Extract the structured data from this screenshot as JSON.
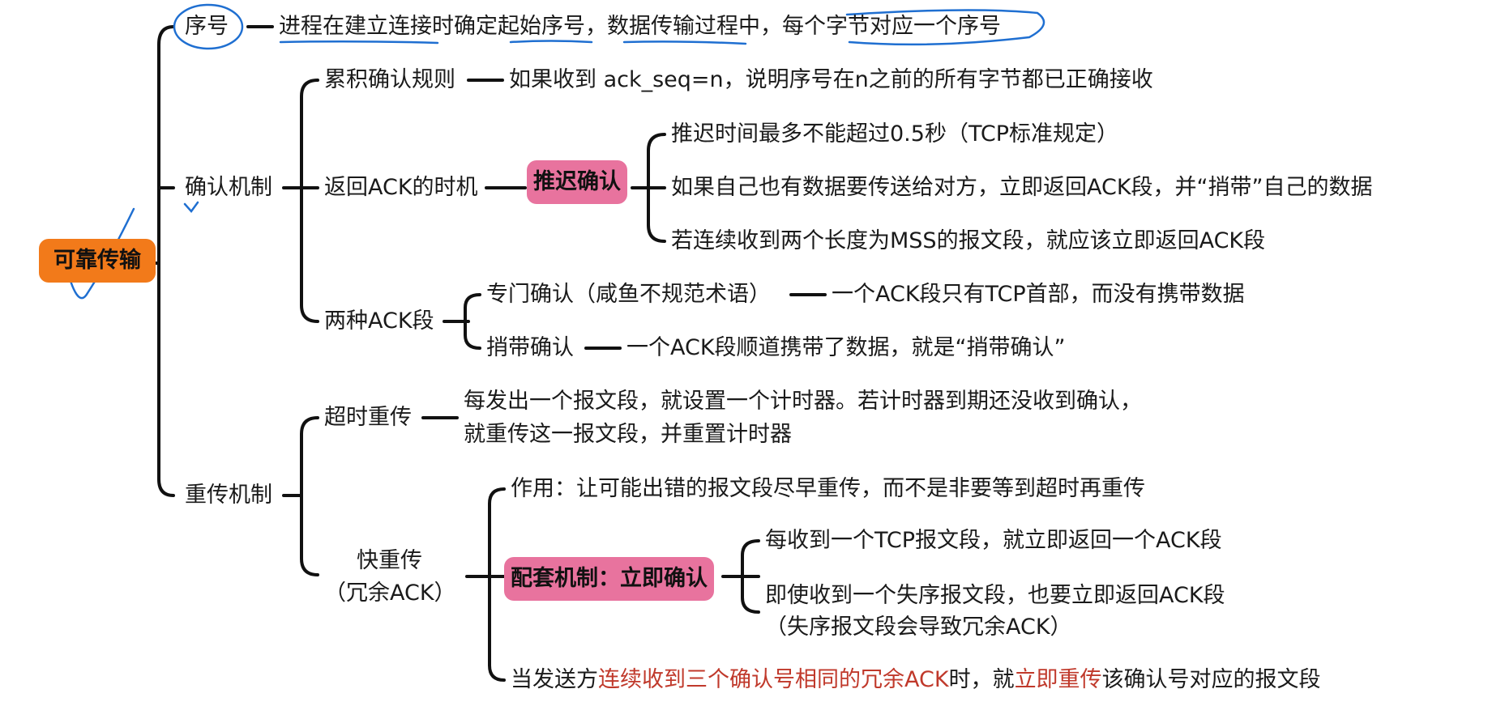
{
  "colors": {
    "root": "#f27a1a",
    "highlight": "#e8739e",
    "emphasis": "#c0392b",
    "annotation": "#1f6fd1",
    "line": "#111111"
  },
  "root": "可靠传输",
  "seq": {
    "label": "序号",
    "desc": "进程在建立连接时确定起始序号，数据传输过程中，每个字节对应一个序号"
  },
  "ack": {
    "label": "确认机制",
    "cumulative": {
      "label": "累积确认规则",
      "desc": "如果收到 ack_seq=n，说明序号在n之前的所有字节都已正确接收"
    },
    "timing": {
      "label": "返回ACK的时机",
      "delay": "推迟确认",
      "items": [
        "推迟时间最多不能超过0.5秒（TCP标准规定）",
        "如果自己也有数据要传送给对方，立即返回ACK段，并“捎带”自己的数据",
        "若连续收到两个长度为MSS的报文段，就应该立即返回ACK段"
      ]
    },
    "types": {
      "label": "两种ACK段",
      "dedicated": {
        "label": "专门确认（咸鱼不规范术语）",
        "desc": "一个ACK段只有TCP首部，而没有携带数据"
      },
      "piggyback": {
        "label": "捎带确认",
        "desc": "一个ACK段顺道携带了数据，就是“捎带确认”"
      }
    }
  },
  "retrans": {
    "label": "重传机制",
    "timeout": {
      "label": "超时重传",
      "desc_line1": "每发出一个报文段，就设置一个计时器。若计时器到期还没收到确认，",
      "desc_line2": "就重传这一报文段，并重置计时器"
    },
    "fast": {
      "label_line1": "快重传",
      "label_line2": "（冗余ACK）",
      "purpose": "作用：让可能出错的报文段尽早重传，而不是非要等到超时再重传",
      "support": "配套机制：立即确认",
      "support_items": [
        "每收到一个TCP报文段，就立即返回一个ACK段",
        "即使收到一个失序报文段，也要立即返回ACK段"
      ],
      "support_note": "（失序报文段会导致冗余ACK）",
      "rule": {
        "p1": "当发送方",
        "p2": "连续收到三个确认号相同的冗余ACK",
        "p3": "时，就",
        "p4": "立即重传",
        "p5": "该确认号对应的报文段"
      }
    }
  }
}
